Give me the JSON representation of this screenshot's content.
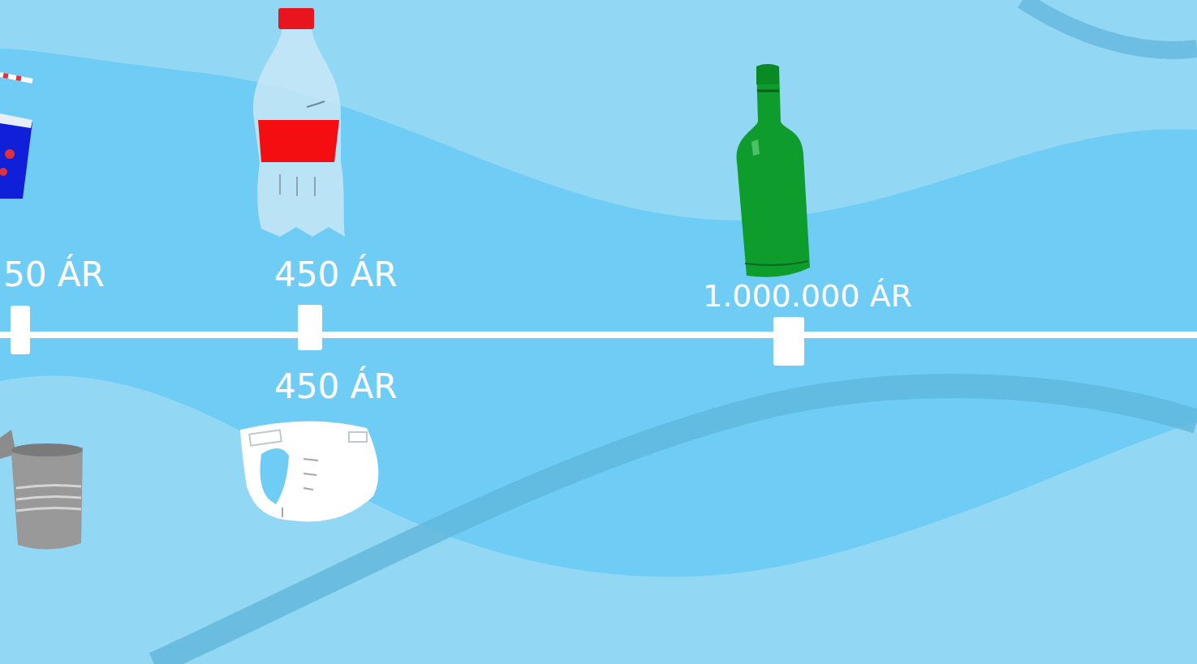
{
  "diagram": {
    "labels": [
      "50 ÁR",
      "450 ÁR",
      "1.000.000 ÁR",
      "450 ÁR"
    ]
  }
}
